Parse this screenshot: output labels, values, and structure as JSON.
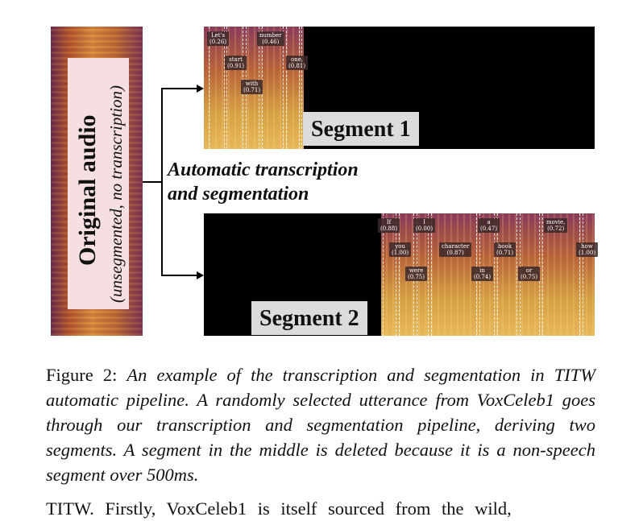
{
  "figure": {
    "original_audio": {
      "title": "Original audio",
      "subtitle": "(unsegmented, no transcription)"
    },
    "process_label_line1": "Automatic transcription",
    "process_label_line2": "and segmentation",
    "segment1": {
      "label": "Segment 1",
      "words": [
        {
          "text": "Let's",
          "score": "(0.26)"
        },
        {
          "text": "number",
          "score": "(0.46)"
        },
        {
          "text": "start",
          "score": "(0.91)"
        },
        {
          "text": "one,",
          "score": "(0.81)"
        },
        {
          "text": "with",
          "score": "(0.71)"
        }
      ]
    },
    "segment2": {
      "label": "Segment 2",
      "words": [
        {
          "text": "If",
          "score": "(0.88)"
        },
        {
          "text": "I",
          "score": "(0.00)"
        },
        {
          "text": "a",
          "score": "(0.47)"
        },
        {
          "text": "movie,",
          "score": "(0.72)"
        },
        {
          "text": "you",
          "score": "(1.00)"
        },
        {
          "text": "character",
          "score": "(0.87)"
        },
        {
          "text": "book",
          "score": "(0.71)"
        },
        {
          "text": "how",
          "score": "(1.00)"
        },
        {
          "text": "were",
          "score": "(0.75)"
        },
        {
          "text": "in",
          "score": "(0.74)"
        },
        {
          "text": "or",
          "score": "(0.75)"
        }
      ]
    }
  },
  "caption": {
    "label": "Figure 2:",
    "text": "An example of the transcription and segmentation in TITW automatic pipeline.  A randomly selected utterance from VoxCeleb1 goes through our transcription and segmentation pipeline, deriving two segments. A segment in the middle is deleted because it is a non-speech segment over 500ms."
  },
  "body_text": "TITW. Firstly, VoxCeleb1 is itself sourced from the wild,"
}
